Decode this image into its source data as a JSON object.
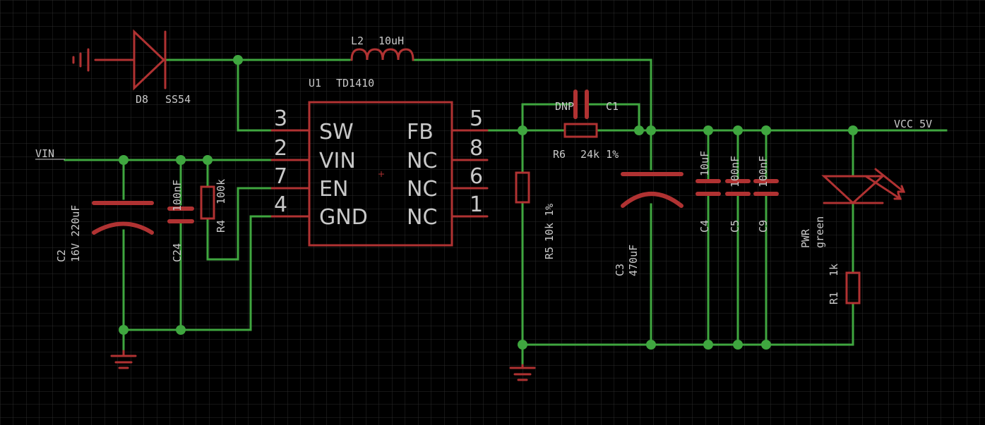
{
  "colors": {
    "background": "#000000",
    "grid": "#2a2a2a",
    "wire": "#3fa63f",
    "symbol": "#b03232",
    "text": "#c8c8c8"
  },
  "nets": {
    "vin": "VIN",
    "vcc": "VCC_5V"
  },
  "ic": {
    "ref": "U1",
    "value": "TD1410",
    "pins_left": [
      {
        "num": "3",
        "name": "SW"
      },
      {
        "num": "2",
        "name": "VIN"
      },
      {
        "num": "7",
        "name": "EN"
      },
      {
        "num": "4",
        "name": "GND"
      }
    ],
    "pins_right": [
      {
        "num": "5",
        "name": "FB"
      },
      {
        "num": "8",
        "name": "NC"
      },
      {
        "num": "6",
        "name": "NC"
      },
      {
        "num": "1",
        "name": "NC"
      }
    ]
  },
  "parts": {
    "d8": {
      "ref": "D8",
      "value": "SS54"
    },
    "l2": {
      "ref": "L2",
      "value": "10uH"
    },
    "c1": {
      "ref": "C1",
      "value": "DNP"
    },
    "r6": {
      "ref": "R6",
      "value": "24k 1%"
    },
    "r5": {
      "ref": "R5",
      "value": "10k 1%"
    },
    "c3": {
      "ref": "C3",
      "value": "470uF"
    },
    "c4": {
      "ref": "C4",
      "value": "10uF"
    },
    "c5": {
      "ref": "C5",
      "value": "100nF"
    },
    "c9": {
      "ref": "C9",
      "value": "100nF"
    },
    "c2": {
      "ref": "C2",
      "value": "16V 220uF"
    },
    "c24": {
      "ref": "C24",
      "value": "100nF"
    },
    "r4": {
      "ref": "R4",
      "value": "100k"
    },
    "led": {
      "ref": "PWR",
      "value": "green"
    },
    "r1": {
      "ref": "R1",
      "value": "1k"
    }
  }
}
